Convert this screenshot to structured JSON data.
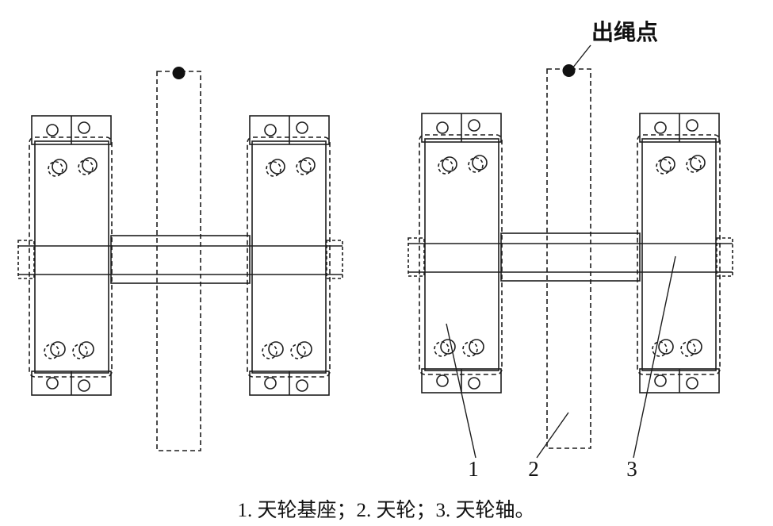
{
  "figure": {
    "background": "#ffffff",
    "line_color": "#1d1d1d",
    "rope_exit_label": "出绳点",
    "callouts": [
      {
        "num": "1",
        "part": "天轮基座"
      },
      {
        "num": "2",
        "part": "天轮"
      },
      {
        "num": "3",
        "part": "天轮轴"
      }
    ],
    "caption": "1. 天轮基座；2. 天轮；3. 天轮轴。"
  }
}
